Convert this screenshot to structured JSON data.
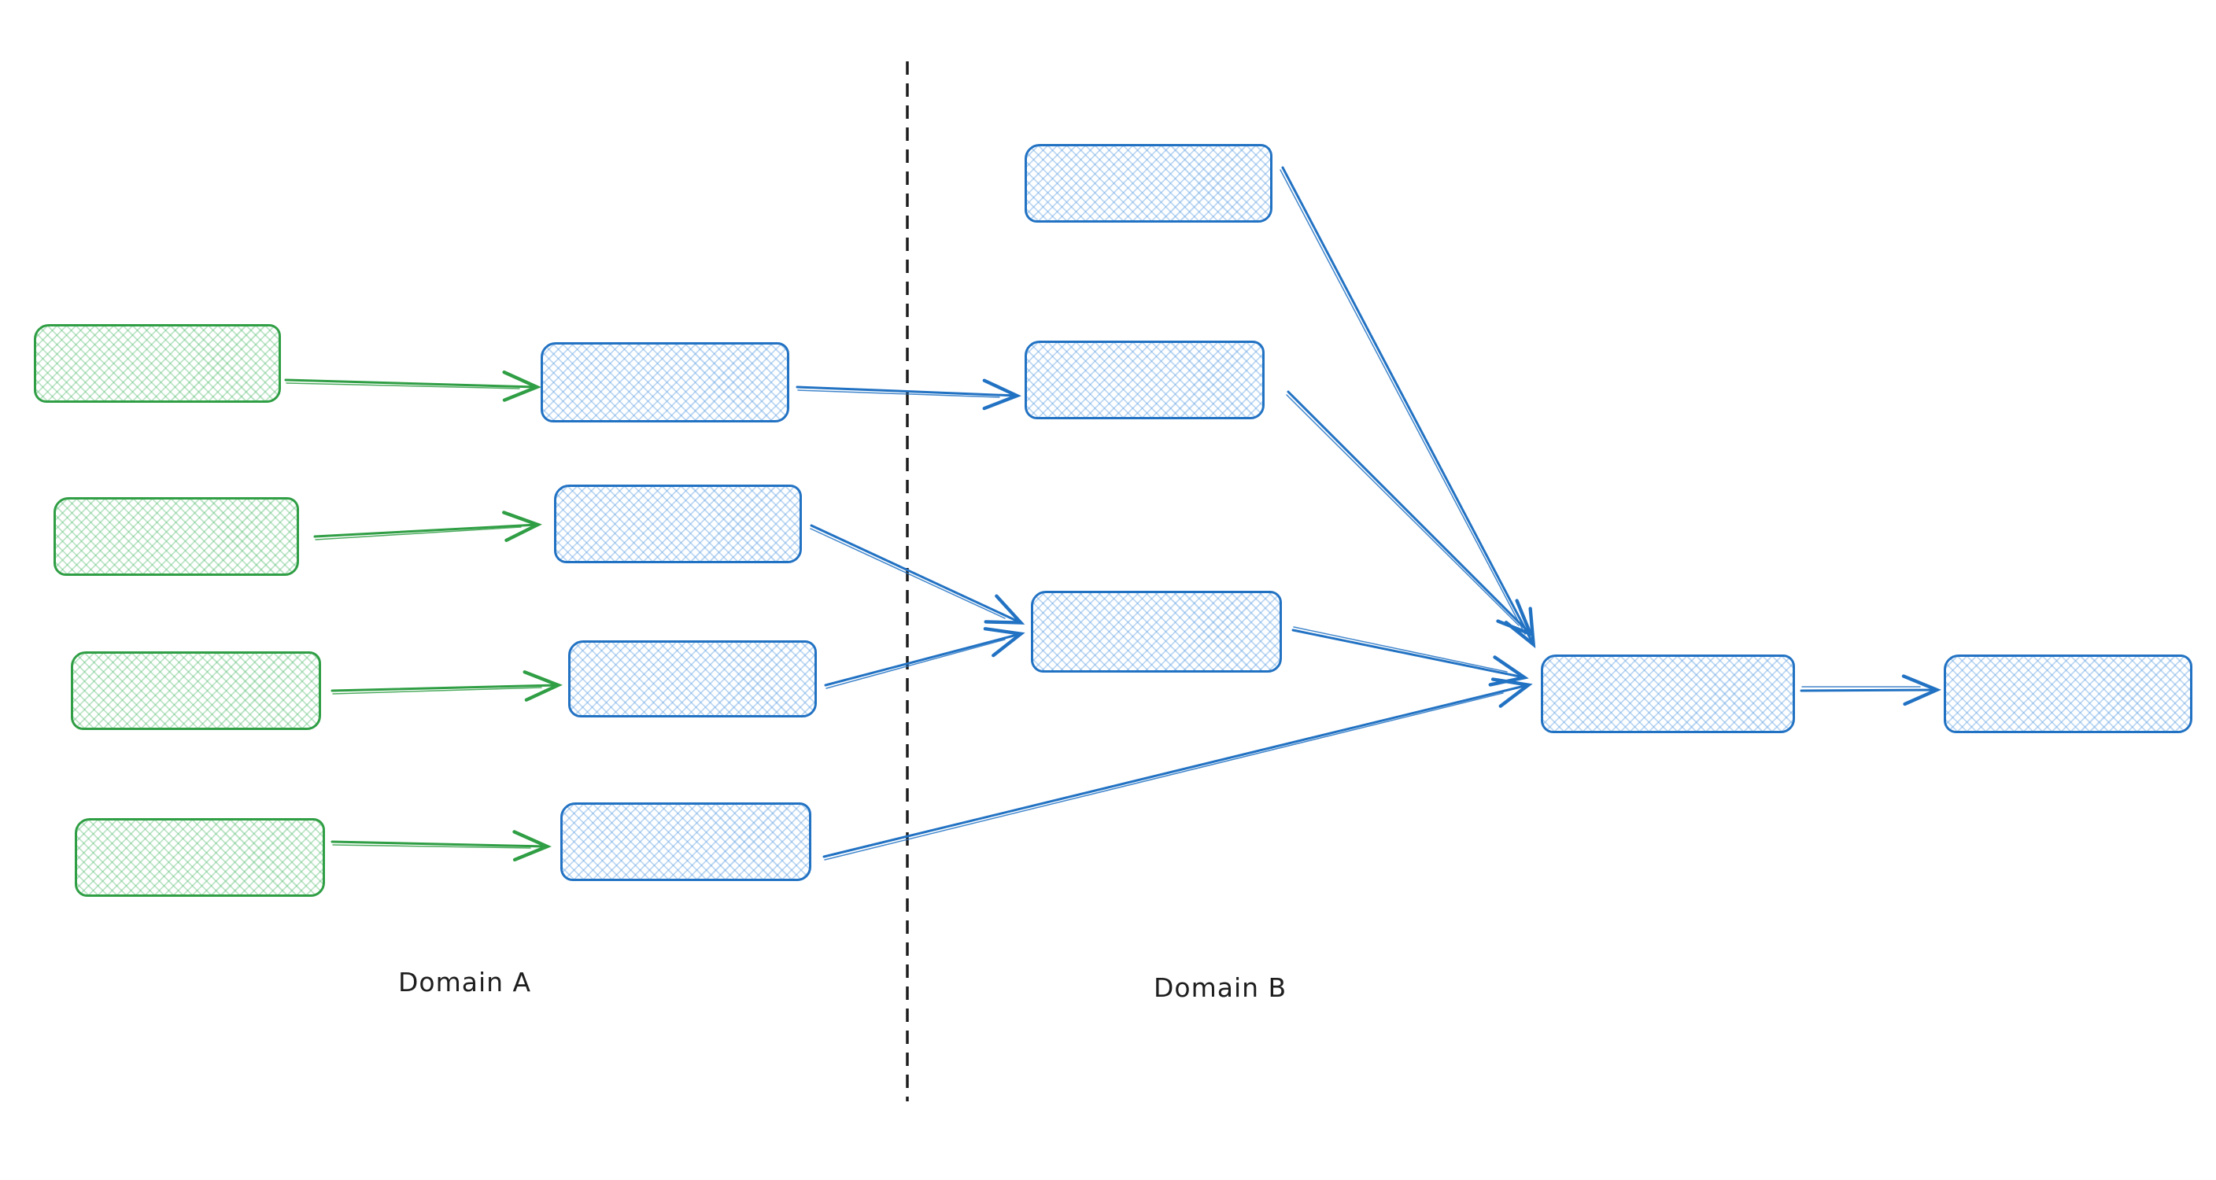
{
  "diagram": {
    "type": "flow-diagram",
    "background": "#ffffff",
    "regions": [
      {
        "id": "domain-a",
        "label": "Domain A"
      },
      {
        "id": "domain-b",
        "label": "Domain B"
      }
    ],
    "divider": {
      "style": "vertical-dashed",
      "color": "#1e1e1e",
      "separates": [
        "domain-a",
        "domain-b"
      ]
    },
    "colors": {
      "green_stroke": "#2f9e44",
      "green_hatch_fill": "#b2f2bb",
      "blue_stroke": "#2272c3",
      "blue_hatch_fill": "#a5d8ff",
      "label_text": "#1e1e1e"
    },
    "nodes": [
      {
        "id": "domain-a-green-1",
        "region": "domain-a",
        "color": "green",
        "fill": "cross-hatch",
        "label": ""
      },
      {
        "id": "domain-a-green-2",
        "region": "domain-a",
        "color": "green",
        "fill": "cross-hatch",
        "label": ""
      },
      {
        "id": "domain-a-green-3",
        "region": "domain-a",
        "color": "green",
        "fill": "cross-hatch",
        "label": ""
      },
      {
        "id": "domain-a-green-4",
        "region": "domain-a",
        "color": "green",
        "fill": "cross-hatch",
        "label": ""
      },
      {
        "id": "domain-a-blue-1",
        "region": "domain-a",
        "color": "blue",
        "fill": "cross-hatch",
        "label": ""
      },
      {
        "id": "domain-a-blue-2",
        "region": "domain-a",
        "color": "blue",
        "fill": "cross-hatch",
        "label": ""
      },
      {
        "id": "domain-a-blue-3",
        "region": "domain-a",
        "color": "blue",
        "fill": "cross-hatch",
        "label": ""
      },
      {
        "id": "domain-a-blue-4",
        "region": "domain-a",
        "color": "blue",
        "fill": "cross-hatch",
        "label": ""
      },
      {
        "id": "domain-b-blue-1",
        "region": "domain-b",
        "color": "blue",
        "fill": "cross-hatch",
        "label": ""
      },
      {
        "id": "domain-b-blue-2",
        "region": "domain-b",
        "color": "blue",
        "fill": "cross-hatch",
        "label": ""
      },
      {
        "id": "domain-b-blue-3",
        "region": "domain-b",
        "color": "blue",
        "fill": "cross-hatch",
        "label": ""
      },
      {
        "id": "domain-b-aggregator",
        "region": "domain-b",
        "color": "blue",
        "fill": "cross-hatch",
        "label": ""
      },
      {
        "id": "domain-b-output",
        "region": "domain-b",
        "color": "blue",
        "fill": "cross-hatch",
        "label": ""
      }
    ],
    "edges": [
      {
        "from": "domain-a-green-1",
        "to": "domain-a-blue-1",
        "color": "green"
      },
      {
        "from": "domain-a-green-2",
        "to": "domain-a-blue-2",
        "color": "green"
      },
      {
        "from": "domain-a-green-3",
        "to": "domain-a-blue-3",
        "color": "green"
      },
      {
        "from": "domain-a-green-4",
        "to": "domain-a-blue-4",
        "color": "green"
      },
      {
        "from": "domain-a-blue-1",
        "to": "domain-b-blue-2",
        "color": "blue"
      },
      {
        "from": "domain-a-blue-2",
        "to": "domain-b-blue-3",
        "color": "blue"
      },
      {
        "from": "domain-a-blue-3",
        "to": "domain-b-blue-3",
        "color": "blue"
      },
      {
        "from": "domain-a-blue-4",
        "to": "domain-b-aggregator",
        "color": "blue"
      },
      {
        "from": "domain-b-blue-1",
        "to": "domain-b-aggregator",
        "color": "blue"
      },
      {
        "from": "domain-b-blue-2",
        "to": "domain-b-aggregator",
        "color": "blue"
      },
      {
        "from": "domain-b-blue-3",
        "to": "domain-b-aggregator",
        "color": "blue"
      },
      {
        "from": "domain-b-aggregator",
        "to": "domain-b-output",
        "color": "blue"
      }
    ]
  }
}
